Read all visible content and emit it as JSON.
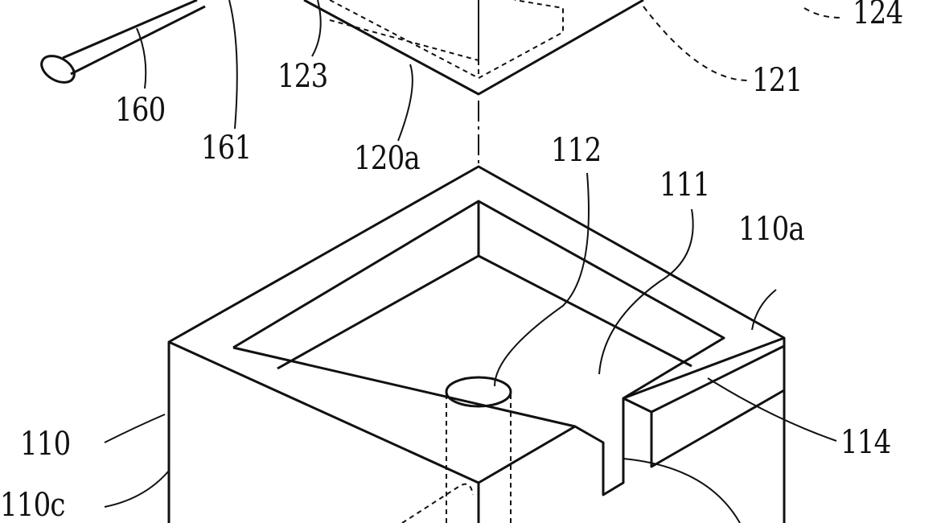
{
  "figure": {
    "labels": {
      "l160": "160",
      "l161": "161",
      "l123": "123",
      "l120a": "120a",
      "l121": "121",
      "l124": "124",
      "l112": "112",
      "l111": "111",
      "l110a": "110a",
      "l114": "114",
      "l110": "110",
      "l110c": "110c"
    },
    "line_color": "#111111"
  }
}
